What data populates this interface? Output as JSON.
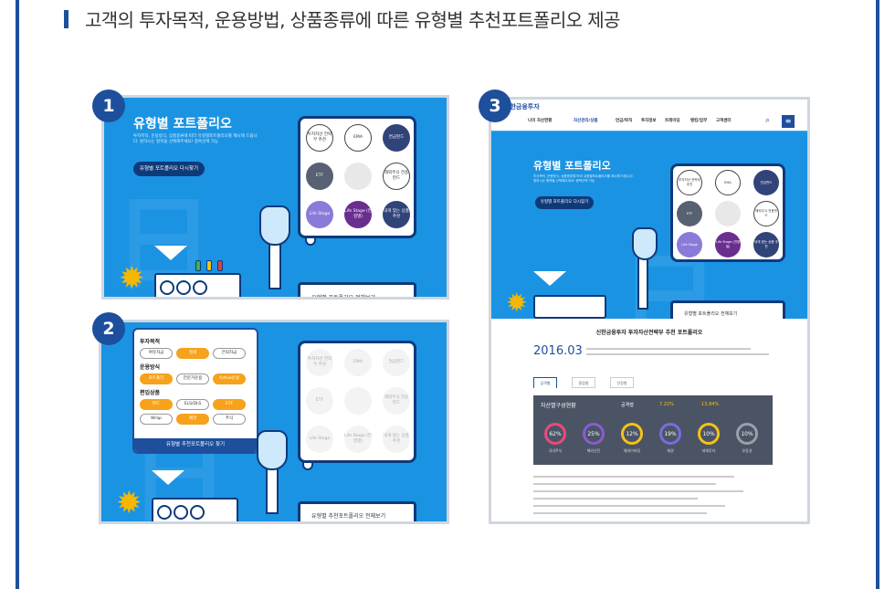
{
  "header": {
    "title": "고객의 투자목적, 운용방법, 상품종류에 따른 유형별 추천포트폴리오 제공"
  },
  "badges": [
    "1",
    "2",
    "3"
  ],
  "shot1": {
    "title": "유형별 포트폴리오",
    "desc": "투자목적, 운용방식, 상품종류에 따라 유형별포트폴리오를 제시해 드립니다. 원하시는 항목을 선택해주세요! 중복선택 가능",
    "button": "유형별 포트폴리오 다시찾기",
    "circles": [
      "투자자산 전략부 추천",
      "EMA",
      "연금펀드",
      "ETF",
      "",
      "해외주식 전용펀드",
      "Life Stage",
      "Life Stage (연령별)",
      "내게 맞는 상품 추천"
    ],
    "footer": "유형별 포트폴리오 전체보기"
  },
  "shot2": {
    "sections": [
      {
        "label": "투자목적",
        "chips": [
          {
            "t": "여유자금",
            "on": false
          },
          {
            "t": "절세",
            "on": true
          },
          {
            "t": "은퇴자금",
            "on": false
          }
        ]
      },
      {
        "label": "운용방식",
        "chips": [
          {
            "t": "포트폴리",
            "on": true
          },
          {
            "t": "전문가운용",
            "on": false
          },
          {
            "t": "Active운용",
            "on": true
          }
        ]
      },
      {
        "label": "편입상품",
        "chips": [
          {
            "t": "펀드",
            "on": true
          },
          {
            "t": "ELS/DLS",
            "on": false
          },
          {
            "t": "ETF",
            "on": true
          }
        ]
      },
      {
        "label": "",
        "chips": [
          {
            "t": "Wrap",
            "on": false
          },
          {
            "t": "채권",
            "on": true
          },
          {
            "t": "주식",
            "on": false
          }
        ]
      }
    ],
    "button": "유형별 추천포트폴리오 찾기",
    "circles": [
      "투자자산 전략부 추천",
      "EMA",
      "연금펀드",
      "ETF",
      "",
      "해외주식 전용펀드",
      "Life Stage",
      "Life Stage (연령별)",
      "내게 맞는 상품 추천"
    ],
    "footer": "유형별 추천포트폴리오 전체보기"
  },
  "shot3": {
    "logo": "신한금융투자",
    "nav": [
      "나의 자산현황",
      "자산관리/상품",
      "연금/퇴직",
      "투자정보",
      "트레이딩",
      "뱅킹/업무",
      "고객센터"
    ],
    "title": "유형별 포트폴리오",
    "desc": "투자목적, 운용방식, 상품종류에 따라 유형별포트폴리오를 제시해 드립니다. 원하시는 항목을 선택해주세요! 중복선택 가능",
    "button": "유형별 포트폴리오 다시찾기",
    "circles": [
      "투자자산 전략부 추천",
      "EMA",
      "연금펀드",
      "ETF",
      "",
      "해외주식 전용펀드",
      "Life Stage",
      "Life Stage (연령별)",
      "내게 맞는 상품 추천"
    ],
    "footer": "유형별 포트폴리오 전체보기",
    "section_title": "신한금융투자 투자자산전략부 추천 포트폴리오",
    "date": "2016.03",
    "tabs": [
      "공격형",
      "중립형",
      "안정형"
    ],
    "dash": {
      "label": "자산별구성현황",
      "risk": "공격형",
      "v1": "7.22%",
      "v2": "13.84%",
      "rings": [
        {
          "v": "62%",
          "l": "국내주식",
          "c": "#e94b7a"
        },
        {
          "v": "25%",
          "l": "해외선진",
          "c": "#8a5cd0"
        },
        {
          "v": "12%",
          "l": "해외이머징",
          "c": "#f3c315"
        },
        {
          "v": "19%",
          "l": "채권",
          "c": "#7b6be0"
        },
        {
          "v": "10%",
          "l": "대체투자",
          "c": "#f3c315"
        },
        {
          "v": "10%",
          "l": "유동성",
          "c": "#9aa0a8"
        }
      ]
    }
  }
}
